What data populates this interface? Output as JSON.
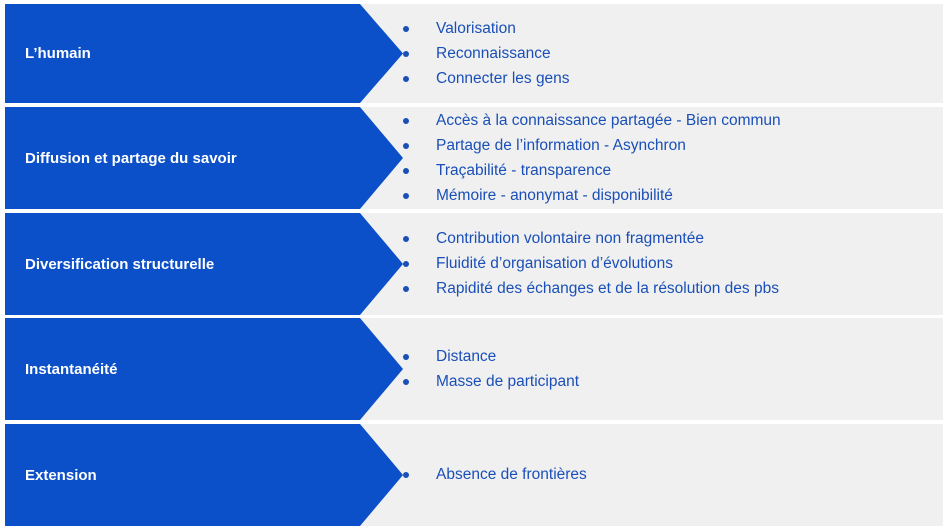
{
  "colors": {
    "chevron": "#0b4fc9",
    "panel": "#f0f0f0",
    "bullet_text": "#1a4fb7",
    "label_text": "#ffffff"
  },
  "rows": [
    {
      "label": "L’humain",
      "items": [
        "Valorisation",
        "Reconnaissance",
        "Connecter les gens"
      ]
    },
    {
      "label": "Diffusion et partage du savoir",
      "items": [
        "Accès à la connaissance partagée - Bien commun",
        "Partage de l’information - Asynchron",
        "Traçabilité - transparence",
        "Mémoire - anonymat - disponibilité"
      ]
    },
    {
      "label": "Diversification structurelle",
      "items": [
        "Contribution volontaire non fragmentée",
        "Fluidité d’organisation d’évolutions",
        "Rapidité des échanges et de la résolution des pbs"
      ]
    },
    {
      "label": "Instantanéité",
      "items": [
        "Distance",
        "Masse de participant"
      ]
    },
    {
      "label": "Extension",
      "items": [
        "Absence de frontières"
      ]
    }
  ]
}
